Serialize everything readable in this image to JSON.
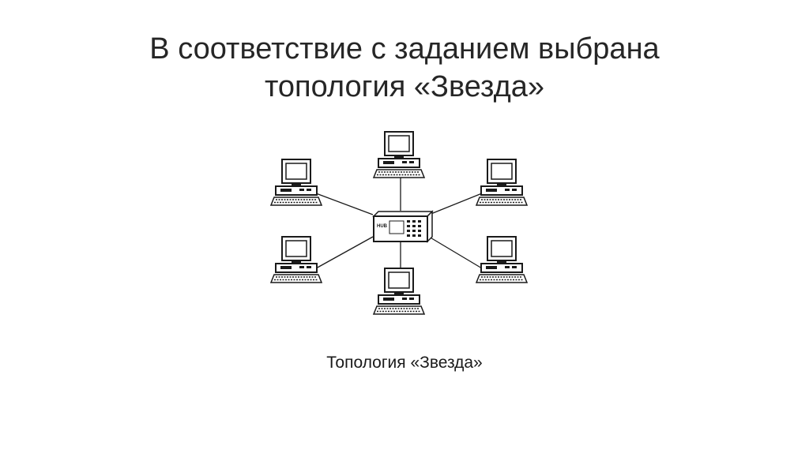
{
  "slide": {
    "title_line1": "В соответствие с заданием выбрана",
    "title_line2": "топология «Звезда»",
    "caption": "Топология «Звезда»"
  },
  "diagram": {
    "hub_label": "HUB",
    "workstation_count": 6,
    "colors": {
      "line": "#1a1a1a",
      "background": "#ffffff",
      "text": "#262626"
    }
  }
}
